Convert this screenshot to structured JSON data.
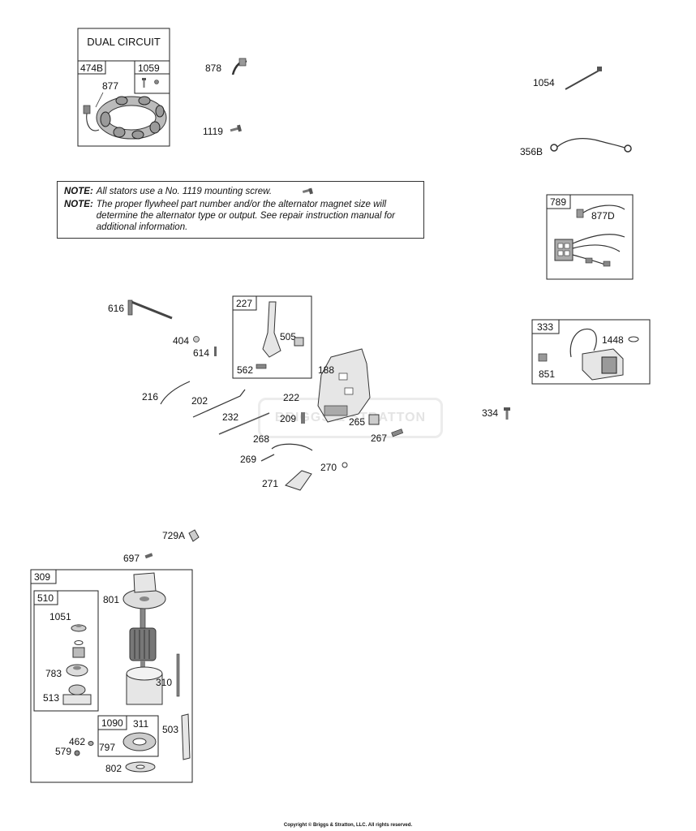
{
  "dual_circuit": {
    "title": "DUAL CIRCUIT",
    "box_474b": "474B",
    "box_1059": "1059",
    "part_877": "877"
  },
  "notes": [
    {
      "tag": "NOTE:",
      "text": "All stators use a No. 1119 mounting screw."
    },
    {
      "tag": "NOTE:",
      "text": "The proper flywheel part number and/or the alternator magnet size will determine the alternator type or output. See repair instruction manual for additional information."
    }
  ],
  "parts": {
    "p878": "878",
    "p1119": "1119",
    "p1054": "1054",
    "p356b": "356B",
    "p789": "789",
    "p877d": "877D",
    "p616": "616",
    "p404": "404",
    "p614": "614",
    "p227": "227",
    "p505": "505",
    "p562": "562",
    "p188": "188",
    "p216": "216",
    "p202": "202",
    "p222": "222",
    "p232": "232",
    "p209": "209",
    "p265": "265",
    "p267": "267",
    "p268": "268",
    "p269": "269",
    "p270": "270",
    "p271": "271",
    "p333": "333",
    "p1448": "1448",
    "p851": "851",
    "p334": "334",
    "p729a": "729A",
    "p697": "697",
    "p309": "309",
    "p510": "510",
    "p1051": "1051",
    "p783": "783",
    "p513": "513",
    "p801": "801",
    "p310": "310",
    "p1090": "1090",
    "p311": "311",
    "p797": "797",
    "p503": "503",
    "p462": "462",
    "p579": "579",
    "p802": "802"
  },
  "watermark": "BRIGGS & STRATTON",
  "copyright": "Copyright © Briggs & Stratton, LLC. All rights reserved."
}
